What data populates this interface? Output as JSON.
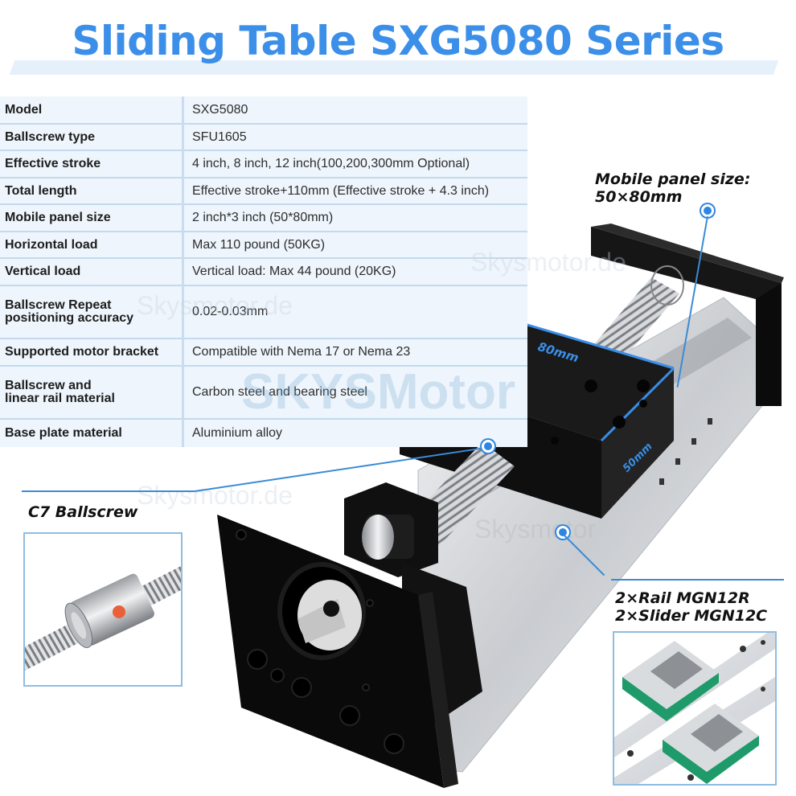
{
  "title": "Sliding Table SXG5080 Series",
  "colors": {
    "title_blue": "#3c8fe8",
    "table_bg": "#eef5fc",
    "table_line": "#c3d9ef",
    "callout_line": "#3b8bd6",
    "dimension_label": "#3a8ee6",
    "slider_seal_green": "#1f9a6a"
  },
  "spec_table": {
    "rows": [
      {
        "label": "Model",
        "value": "SXG5080"
      },
      {
        "label": "Ballscrew type",
        "value": "SFU1605"
      },
      {
        "label": "Effective stroke",
        "value": "4 inch, 8 inch, 12 inch(100,200,300mm Optional)"
      },
      {
        "label": "Total length",
        "value": "Effective stroke+110mm (Effective stroke + 4.3 inch)"
      },
      {
        "label": "Mobile panel size",
        "value": "2 inch*3 inch (50*80mm)"
      },
      {
        "label": "Horizontal load",
        "value": "Max 110 pound (50KG)"
      },
      {
        "label": "Vertical load",
        "value": "Vertical load: Max 44 pound (20KG)"
      },
      {
        "label": "Ballscrew Repeat positioning accuracy",
        "label_line1": "Ballscrew Repeat",
        "label_line2": "positioning accuracy",
        "value": "0.02-0.03mm"
      },
      {
        "label": "Supported motor bracket",
        "value": "Compatible with Nema 17 or Nema 23"
      },
      {
        "label": "Ballscrew and linear rail material",
        "label_line1": "Ballscrew and",
        "label_line2": "linear rail material",
        "value": "Carbon steel and bearing steel"
      },
      {
        "label": "Base plate material",
        "value": "Aluminium alloy"
      }
    ]
  },
  "callouts": {
    "mobile_panel": {
      "line1": "Mobile panel size:",
      "line2": "50×80mm"
    },
    "ballscrew": {
      "label": "C7 Ballscrew"
    },
    "rail": {
      "line1": "2×Rail MGN12R",
      "line2": "2×Slider MGN12C"
    }
  },
  "dimensions": {
    "length_label": "80mm",
    "width_label": "50mm"
  },
  "watermarks": [
    "SKYSMotor",
    "Skysmotor.de",
    "Skysmotor.de",
    "Skysmotor.de",
    "Skysmotor"
  ]
}
